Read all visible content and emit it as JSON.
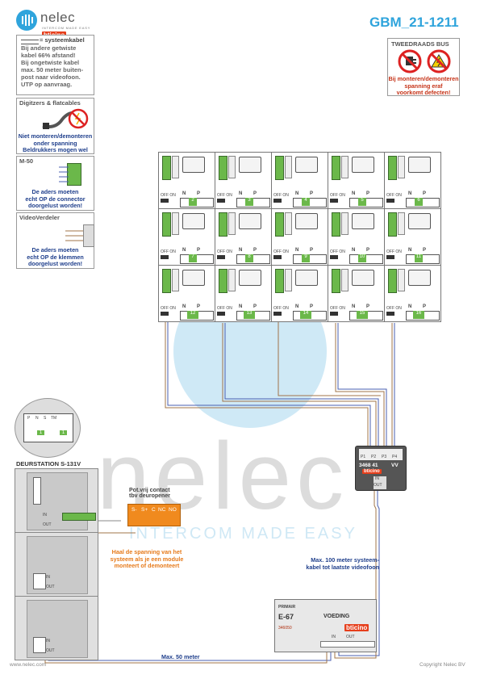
{
  "header": {
    "brand_name": "nelec",
    "brand_tagline": "INTERCOM MADE EASY",
    "bticino_label": "bticino",
    "title": "GBM_21-1211"
  },
  "notes": {
    "systeemkabel": {
      "title": "= systeemkabel",
      "lines": [
        "Bij andere getwiste",
        "kabel 66% afstand!",
        "Bij ongetwiste kabel",
        "max. 50 meter buiten-",
        "post naar videofoon.",
        "UTP op aanvraag."
      ]
    },
    "tweedraads": {
      "title": "TWEEDRAADS BUS",
      "lines": [
        "Bij monteren/demonteren",
        "spanning eraf",
        "voorkomt defecten!"
      ]
    },
    "digitizers": {
      "title": "Digitzers & flatcables",
      "lines": [
        "Niet monteren/demonteren",
        "onder spanning",
        "Beldrukkers mogen wel"
      ]
    },
    "m50": {
      "title": "M-50",
      "lines": [
        "De aders moeten",
        "echt OP de connector",
        "doorgelust worden!"
      ]
    },
    "videoverdeler": {
      "title": "VideoVerdeler",
      "lines": [
        "De aders moeten",
        "echt OP de klemmen",
        "doorgelust worden!"
      ]
    }
  },
  "monitors": {
    "off_on_label": "OFF ON",
    "n_label": "N",
    "p_label": "P",
    "rows": [
      [
        "2",
        "3",
        "4",
        "5",
        "6"
      ],
      [
        "7",
        "8",
        "9",
        "10",
        "11"
      ],
      [
        "12",
        "13",
        "14",
        "15",
        "16"
      ]
    ]
  },
  "distributor": {
    "model": "3468 41",
    "suffix": "VV",
    "ports": [
      "P1",
      "P2",
      "P3",
      "P4"
    ],
    "in_label": "IN",
    "out_label": "OUT"
  },
  "doorstation": {
    "title": "DEURSTATION S-131V",
    "dip_labels": [
      "P",
      "N",
      "S",
      "TM"
    ],
    "dip_values": [
      "1",
      "1"
    ],
    "module_labels": [
      "IN",
      "OUT"
    ]
  },
  "contact": {
    "title_line1": "Pot.vrij contact",
    "title_line2": "tbv deuropener",
    "terminals": [
      "S-",
      "S+",
      "C",
      "NC",
      "NO"
    ]
  },
  "warning": {
    "lines": [
      "Haal de spanning van het",
      "systeem als je een module",
      "monteert of demonteert"
    ]
  },
  "power_supply": {
    "primary_label": "PRIMAIR",
    "model": "E-67",
    "voeding_label": "VOEDING",
    "code": "346050",
    "in_label": "IN",
    "out_label": "OUT"
  },
  "cable_notes": {
    "max100_line1": "Max. 100 meter systeem-",
    "max100_line2": "kabel tot laatste videofoon",
    "max50": "Max. 50 meter"
  },
  "watermark": {
    "text": "nelec",
    "tagline": "INTERCOM MADE EASY"
  },
  "footer": {
    "left": "www.nelec.com",
    "right": "Copyright Nelec BV"
  },
  "colors": {
    "accent_blue": "#2fa4dc",
    "text_blue": "#1f3f8c",
    "warning_red": "#c63419",
    "orange": "#f08a1e",
    "wire_brown": "#a0744a",
    "wire_blue": "#4a5fb0"
  }
}
